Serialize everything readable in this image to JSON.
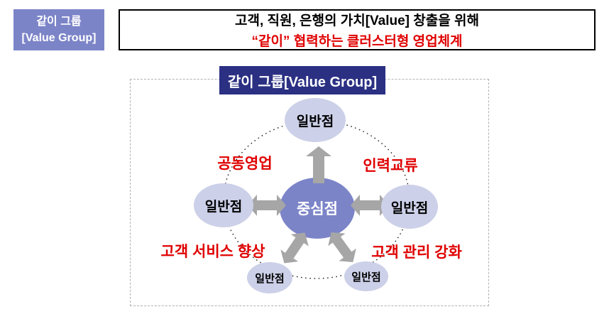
{
  "header": {
    "left_box": {
      "line1": "같이 그룹",
      "line2": "[Value Group]"
    },
    "title_box": {
      "line1": "고객, 직원, 은행의 가치[Value] 창출을 위해",
      "line2": "“같이” 협력하는 클러스터형 영업체계"
    }
  },
  "diagram": {
    "title": "같이 그룹[Value Group]",
    "center_node": "중심점",
    "satellites": {
      "top": "일반점",
      "left": "일반점",
      "right": "일반점",
      "bottom_left": "일반점",
      "bottom_right": "일반점"
    },
    "labels": {
      "top_left": "공동영업",
      "top_right": "인력교류",
      "bottom_left": "고객 서비스 향상",
      "bottom_right": "고객 관리 강화"
    }
  },
  "colors": {
    "navy": "#2b3083",
    "periwinkle": "#7c84c8",
    "light-node": "#ccd0e8",
    "red": "#e00000",
    "arrow-gray": "#a6a6a6"
  }
}
